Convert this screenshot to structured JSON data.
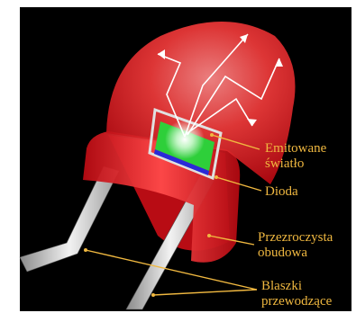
{
  "labels": {
    "emitted_light_line1": "Emitowane",
    "emitted_light_line2": "światło",
    "diode": "Dioda",
    "housing_line1": "Przezroczysta",
    "housing_line2": "obudowa",
    "leads_line1": "Blaszki",
    "leads_line2": "przewodzące"
  },
  "colors": {
    "background": "#000000",
    "housing_red": "#e8141e",
    "chip_green": "#2ecf3a",
    "chip_base_blue": "#2a2ad8",
    "leads_silver": "#c8c8c8",
    "label_text": "#f0b840",
    "leader_line": "#f0b840",
    "light_rays": "#ffffff"
  }
}
